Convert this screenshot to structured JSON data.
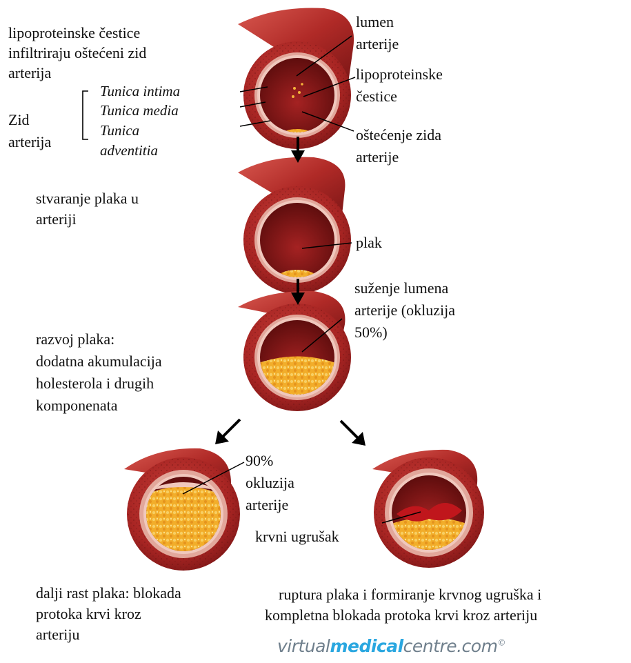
{
  "left_labels": {
    "infiltrate": [
      "lipoproteinske čestice",
      "infiltriraju oštećeni zid",
      "arterija"
    ],
    "wall": [
      "Zid",
      "arterija"
    ],
    "layers": [
      "Tunica intima",
      "Tunica media",
      "Tunica",
      "adventitia"
    ],
    "plaque_formation": [
      "stvaranje plaka u",
      "arteriji"
    ],
    "plaque_development": [
      "razvoj plaka:",
      "dodatna akumulacija",
      "holesterola i drugih",
      "komponenata"
    ],
    "further_growth": [
      "dalji rast plaka: blokada",
      "protoka krvi kroz",
      "arteriju"
    ]
  },
  "right_labels": {
    "lumen": [
      "lumen",
      "arterije"
    ],
    "lipoproteins": [
      "lipoproteinske",
      "čestice"
    ],
    "damage": [
      "oštećenje zida",
      "arterije"
    ],
    "plaque": [
      "plak"
    ],
    "narrowing": [
      "suženje lumena",
      "arterije (okluzija",
      "50%)"
    ],
    "occlusion_90": [
      "90%",
      "okluzija",
      "arterije"
    ],
    "clot": [
      "krvni ugrušak"
    ],
    "rupture": [
      "ruptura plaka i formiranje krvnog ugruška i",
      "kompletna blokada protoka krvi kroz arteriju"
    ]
  },
  "watermark": {
    "part1": "virtual",
    "part2": "medical",
    "part3": "centre.com",
    "mark": "©"
  },
  "colors": {
    "artery_outer": "#b42a26",
    "artery_dark": "#8e1c1c",
    "lumen": "#7a1414",
    "intima": "#e6b4a8",
    "plaque": "#f3b02e",
    "clot": "#c0161c",
    "brand_blue": "#2aa7e0"
  }
}
